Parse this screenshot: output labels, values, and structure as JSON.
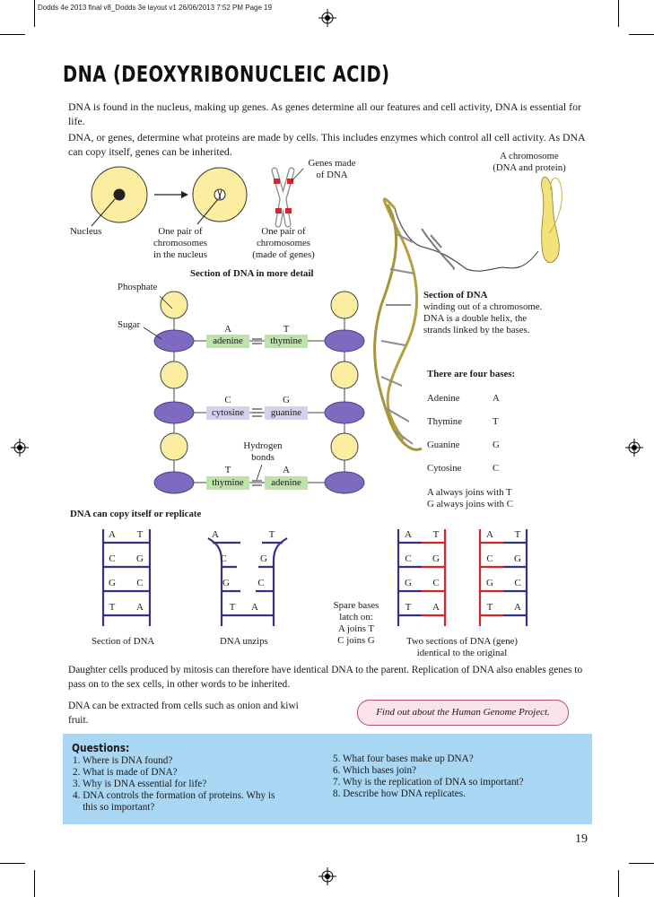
{
  "slug": "Dodds 4e 2013 final v8_Dodds 3e layout v1  26/06/2013  7:52 PM  Page 19",
  "title": "DNA   (DEOXYRIBONUCLEIC ACID)",
  "intro": [
    "DNA is found in the nucleus, making up genes. As genes determine all our features and cell activity, DNA is essential for life.",
    "DNA, or genes, determine what proteins are made by cells. This includes enzymes which control all cell activity. As DNA can copy itself, genes can be inherited."
  ],
  "top_labels": {
    "nucleus": "Nucleus",
    "one_pair": "One pair of\nchromosomes\nin the nucleus",
    "one_pair_genes": "One pair of\nchromosomes\n(made of genes)",
    "genes_made": "Genes made\nof DNA",
    "chromosome": "A chromosome\n(DNA and protein)"
  },
  "detail": {
    "heading": "Section of DNA in more detail",
    "phosphate": "Phosphate",
    "sugar": "Sugar",
    "hydrogen_bonds": "Hydrogen\nbonds",
    "pairs": [
      {
        "left_letter": "A",
        "left_name": "adenine",
        "right_letter": "T",
        "right_name": "thymine"
      },
      {
        "left_letter": "C",
        "left_name": "cytosine",
        "right_letter": "G",
        "right_name": "guanine"
      },
      {
        "left_letter": "T",
        "left_name": "thymine",
        "right_letter": "A",
        "right_name": "adenine"
      }
    ]
  },
  "section_dna": {
    "heading": "Section of DNA",
    "text": "winding out of a chromosome.\nDNA is a double helix, the\nstrands linked by the bases."
  },
  "bases": {
    "heading": "There are four bases:",
    "items": [
      {
        "name": "Adenine",
        "letter": "A"
      },
      {
        "name": "Thymine",
        "letter": "T"
      },
      {
        "name": "Guanine",
        "letter": "G"
      },
      {
        "name": "Cytosine",
        "letter": "C"
      }
    ],
    "rule1": "A always joins with T",
    "rule2": "G always joins with C"
  },
  "replicate": {
    "heading": "DNA can copy itself or replicate",
    "caption1": "Section of DNA",
    "caption2": "DNA unzips",
    "spare": "Spare bases\nlatch on:\nA joins T\nC joins G",
    "caption3": "Two sections of DNA (gene)\nidentical to the original",
    "rows": [
      [
        "A",
        "T"
      ],
      [
        "C",
        "G"
      ],
      [
        "G",
        "C"
      ],
      [
        "T",
        "A"
      ]
    ]
  },
  "outro": "Daughter cells produced by mitosis can therefore have identical DNA to the parent. Replication of DNA also enables genes to pass on to the sex cells, in other words to be inherited.",
  "extract": "DNA can be extracted from cells such as onion and kiwi fruit.",
  "find_out": "Find out about the Human Genome Project.",
  "questions": {
    "heading": "Questions:",
    "left": [
      "1. Where is DNA found?",
      "2. What is made of DNA?",
      "3. Why is DNA essential for life?",
      "4. DNA controls the formation of proteins. Why is\n    this so important?"
    ],
    "right": [
      "5. What four bases make up DNA?",
      "6. Which bases join?",
      "7. Why is the replication of DNA so important?",
      "8. Describe how DNA replicates."
    ]
  },
  "page_number": "19",
  "colors": {
    "cell_fill": "#fbeea1",
    "sugar": "#7e6bbf",
    "green_base": "#bde3a8",
    "lilac_base": "#d3d1ec",
    "strand_blue": "#33318a",
    "strand_red": "#d7262b",
    "question_box": "#a9d6f2"
  }
}
